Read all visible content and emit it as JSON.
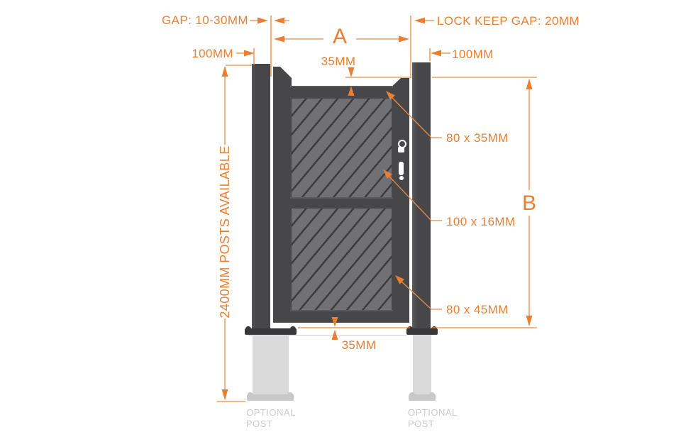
{
  "title": "Gate dimension diagram",
  "annotations": {
    "gap_label": "GAP: 10-30MM",
    "lock_keep_label": "LOCK KEEP GAP: 20MM",
    "left_post_width": "100MM",
    "right_post_width": "100MM",
    "top_rail_inset": "35MM",
    "bottom_rail_inset": "35MM",
    "width_letter": "A",
    "height_letter": "B",
    "top_rail_size": "80 x 35MM",
    "infill_board_size": "100 x 16MM",
    "side_rail_size": "80 x 45MM",
    "post_height_note": "2400MM POSTS AVAILABLE",
    "optional_post_left": "OPTIONAL POST",
    "optional_post_right": "OPTIONAL POST"
  },
  "colors": {
    "accent_orange": "#e87f33",
    "line_orange": "#ea8a42",
    "frame_dark": "#47474a",
    "panel_grey": "#717175",
    "slat_line": "#3c3c40",
    "optional_post_grey": "#dadada",
    "muted_text_grey": "#cbcbcd",
    "background": "#ffffff"
  }
}
